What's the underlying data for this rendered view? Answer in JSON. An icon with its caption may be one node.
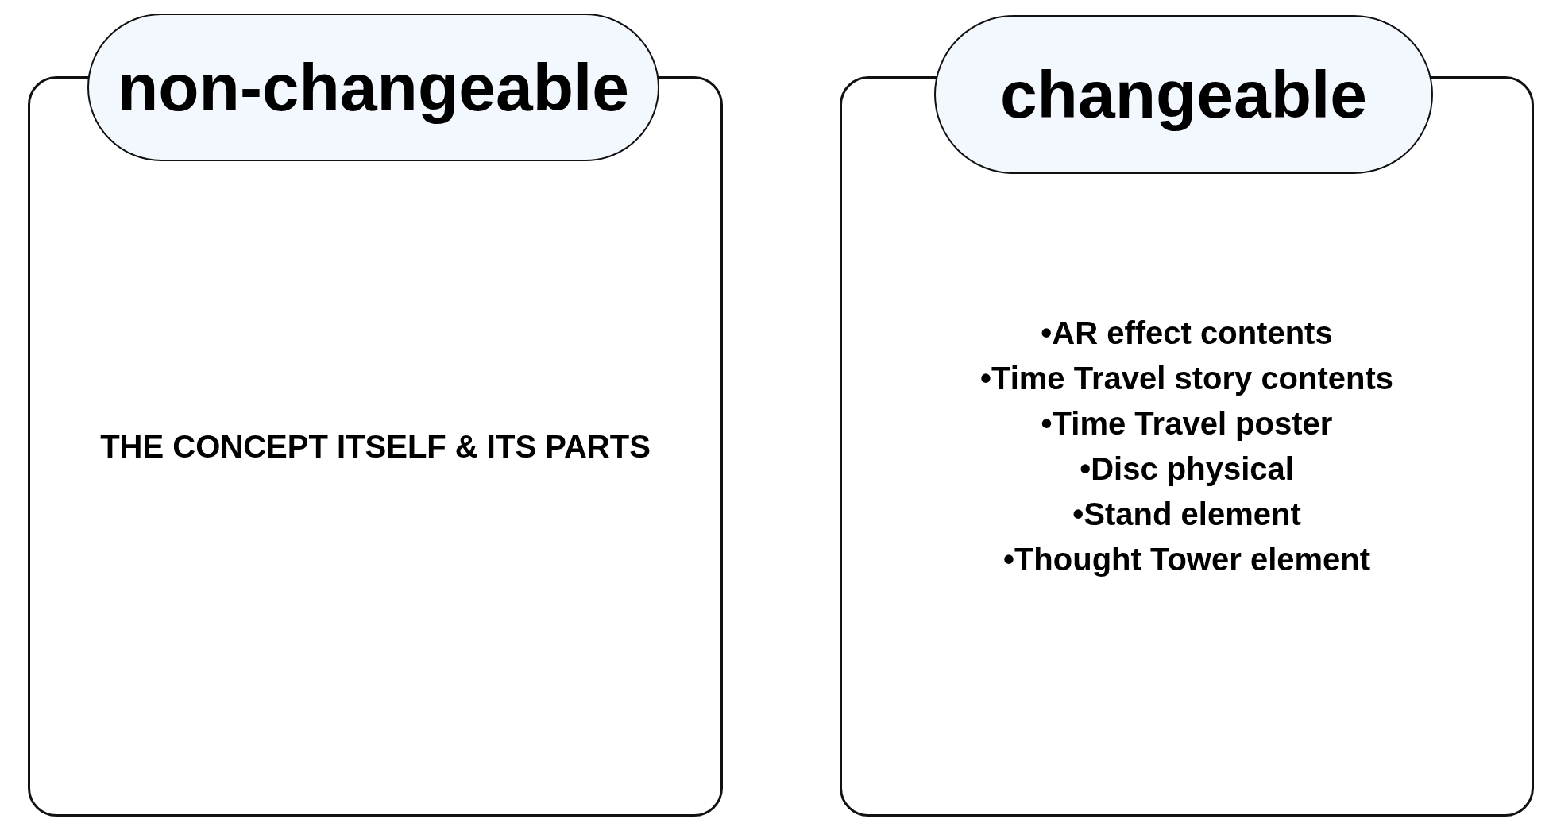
{
  "diagram": {
    "nodes": [
      {
        "text": [
          "non-changeable"
        ]
      },
      {
        "text": [
          "THE CONCEPT ITSELF & ITS PARTS"
        ]
      },
      {
        "text": [
          "changeable"
        ]
      },
      {
        "text": [
          "•AR effect contents",
          "•Time Travel story contents",
          "•Time Travel poster",
          "•Disc physical",
          "•Stand element",
          "•Thought Tower element"
        ]
      }
    ]
  }
}
